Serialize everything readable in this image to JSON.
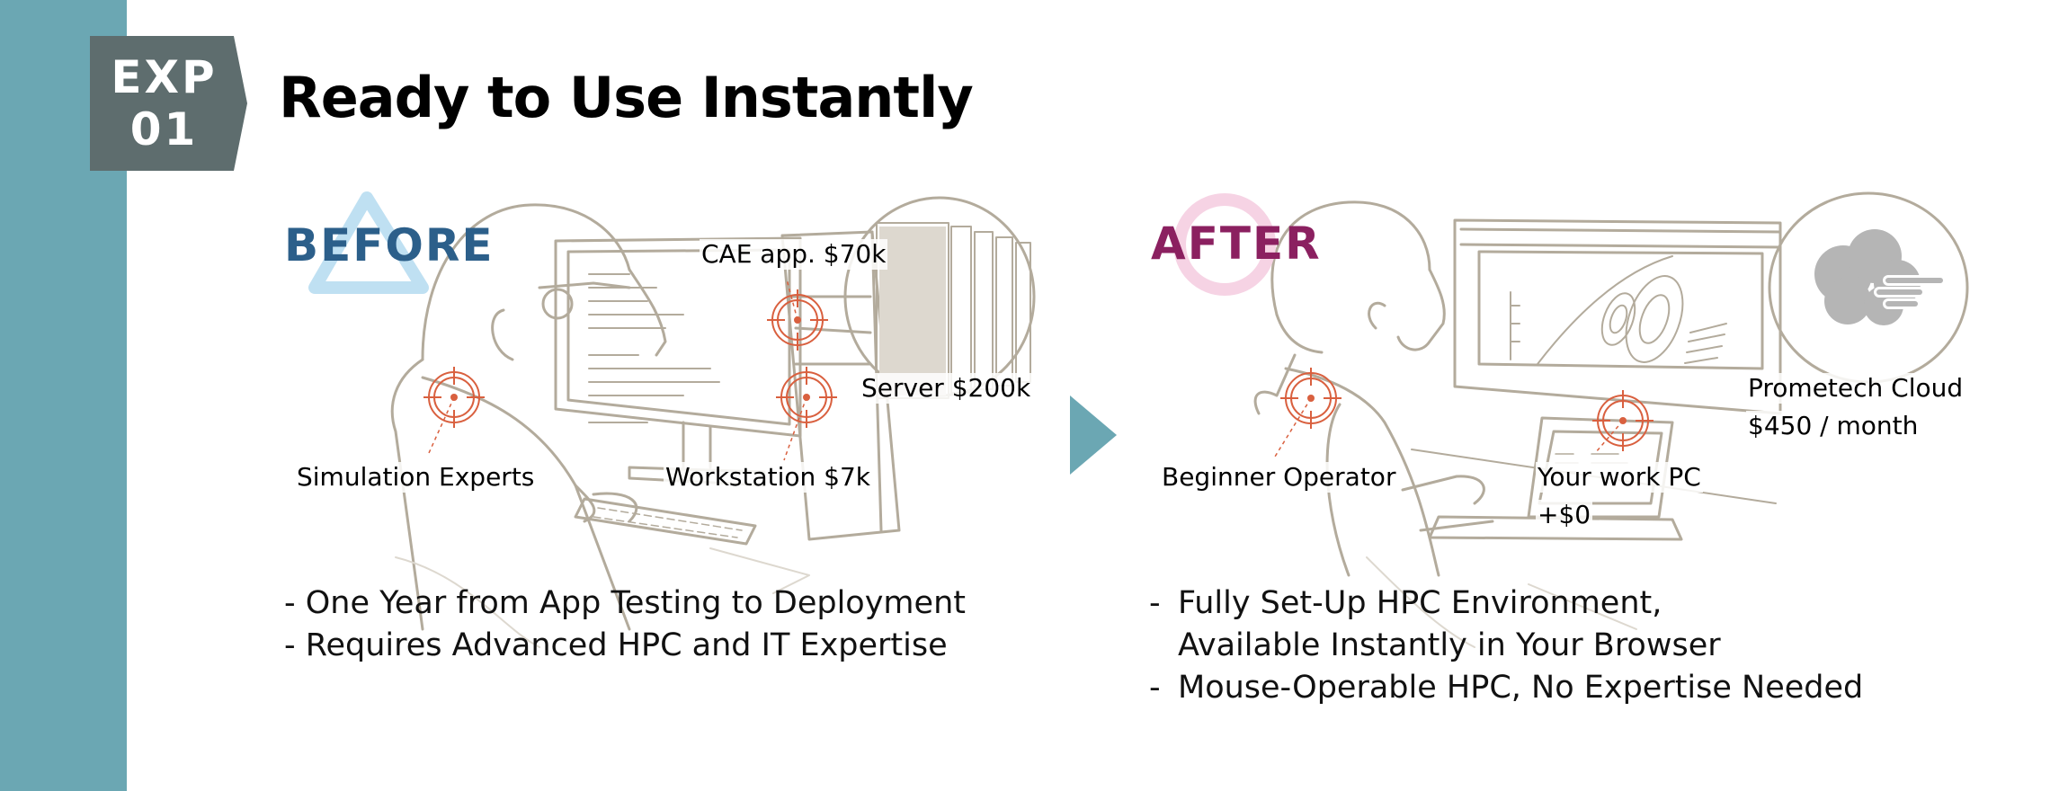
{
  "badge": {
    "line1": "EXP",
    "line2": "01"
  },
  "title": "Ready to Use Instantly",
  "colors": {
    "sidebar": "#6ba7b3",
    "badge": "#5e6d6e",
    "before": "#2c5f8a",
    "after": "#8b2060",
    "before_mark": "#bfe0f2",
    "after_mark": "#f6d3e4",
    "arrow": "#6ba7b3",
    "target": "#d9603f",
    "line_art": "#b3ab9c",
    "cloud": "#b5b5b5"
  },
  "before": {
    "heading": "BEFORE",
    "heading_mark_icon": "triangle-icon",
    "labels": {
      "cae_app": "CAE app. $70k",
      "server": "Server $200k",
      "experts": "Simulation Experts",
      "workstation": "Workstation $7k"
    },
    "bullets": [
      "- One Year from App Testing to Deployment",
      "- Requires Advanced HPC and IT Expertise"
    ]
  },
  "transition_icon": "arrow-right-icon",
  "after": {
    "heading": "AFTER",
    "heading_mark_icon": "circle-icon",
    "labels": {
      "operator": "Beginner Operator",
      "work_pc": "Your work PC",
      "work_pc_cost": "+$0",
      "cloud": "Prometech Cloud",
      "cloud_cost": "$450 / month"
    },
    "bullets": [
      {
        "dash": "-",
        "lines": [
          "Fully Set-Up HPC Environment,",
          "Available Instantly in Your Browser"
        ]
      },
      {
        "dash": "-",
        "lines": [
          "Mouse-Operable HPC, No Expertise Needed"
        ]
      }
    ]
  }
}
